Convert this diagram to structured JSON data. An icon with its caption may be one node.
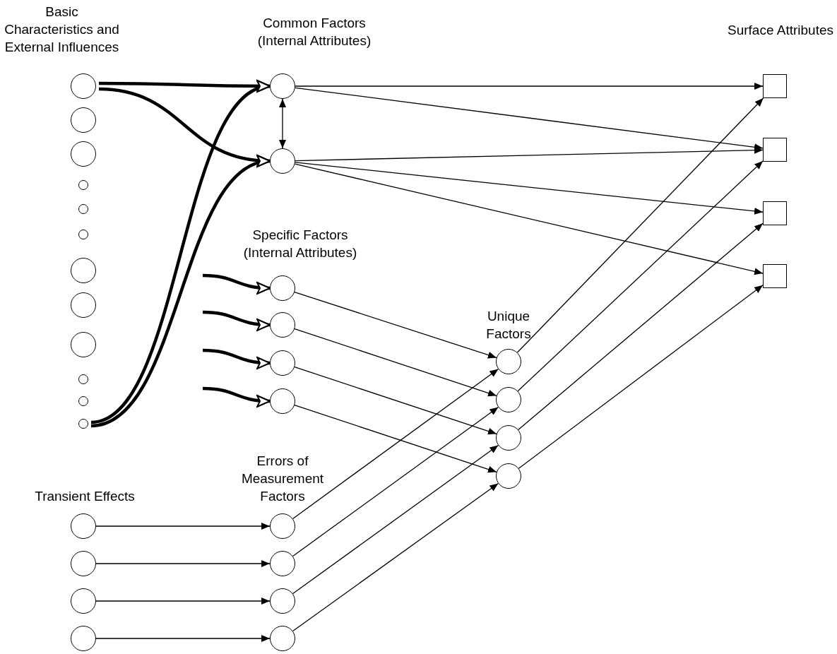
{
  "diagram": {
    "nodes": [
      {
        "text": [],
        "shape": "circle"
      },
      {
        "text": [],
        "shape": "circle"
      },
      {
        "text": [],
        "shape": "circle"
      },
      {
        "text": [],
        "shape": "circle"
      },
      {
        "text": [],
        "shape": "circle"
      },
      {
        "text": [],
        "shape": "circle"
      },
      {
        "text": [],
        "shape": "circle"
      },
      {
        "text": [],
        "shape": "circle"
      },
      {
        "text": [],
        "shape": "circle"
      },
      {
        "text": [],
        "shape": "circle"
      },
      {
        "text": [],
        "shape": "circle"
      },
      {
        "text": [],
        "shape": "circle"
      },
      {
        "text": [],
        "shape": "circle"
      },
      {
        "text": [],
        "shape": "circle"
      },
      {
        "text": [],
        "shape": "circle"
      },
      {
        "text": [],
        "shape": "circle"
      },
      {
        "text": [],
        "shape": "circle"
      },
      {
        "text": [],
        "shape": "circle"
      },
      {
        "text": [],
        "shape": "circle"
      },
      {
        "text": [],
        "shape": "circle"
      },
      {
        "text": [],
        "shape": "circle"
      },
      {
        "text": [],
        "shape": "circle"
      },
      {
        "text": [],
        "shape": "circle"
      },
      {
        "text": [],
        "shape": "circle"
      },
      {
        "text": [],
        "shape": "circle"
      },
      {
        "text": [],
        "shape": "circle"
      },
      {
        "text": [],
        "shape": "circle"
      },
      {
        "text": [],
        "shape": "circle"
      },
      {
        "text": [],
        "shape": "circle"
      },
      {
        "text": [],
        "shape": "circle"
      },
      {
        "text": [],
        "shape": "box"
      },
      {
        "text": [],
        "shape": "box"
      },
      {
        "text": [],
        "shape": "box"
      },
      {
        "text": [],
        "shape": "box"
      }
    ],
    "edges": [
      {
        "from": 0,
        "to": 12,
        "arrow": "to",
        "style": "thick"
      },
      {
        "from": 0,
        "to": 13,
        "arrow": "to",
        "style": "thick"
      },
      {
        "from": 11,
        "to": 12,
        "arrow": "to",
        "style": "thick"
      },
      {
        "from": 11,
        "to": 13,
        "arrow": "to",
        "style": "thick"
      },
      {
        "from": null,
        "to": 14,
        "arrow": "to",
        "style": "thick"
      },
      {
        "from": null,
        "to": 15,
        "arrow": "to",
        "style": "thick"
      },
      {
        "from": null,
        "to": 16,
        "arrow": "to",
        "style": "thick"
      },
      {
        "from": null,
        "to": 17,
        "arrow": "to",
        "style": "thick"
      },
      {
        "from": 12,
        "to": 13,
        "arrow": "both"
      },
      {
        "from": 12,
        "to": 30,
        "arrow": "to"
      },
      {
        "from": 12,
        "to": 31,
        "arrow": "to"
      },
      {
        "from": 13,
        "to": 31,
        "arrow": "to"
      },
      {
        "from": 13,
        "to": 32,
        "arrow": "to"
      },
      {
        "from": 13,
        "to": 33,
        "arrow": "to"
      },
      {
        "from": 14,
        "to": 18,
        "arrow": "to"
      },
      {
        "from": 15,
        "to": 19,
        "arrow": "to"
      },
      {
        "from": 16,
        "to": 20,
        "arrow": "to"
      },
      {
        "from": 17,
        "to": 21,
        "arrow": "to"
      },
      {
        "from": 18,
        "to": 30,
        "arrow": "to"
      },
      {
        "from": 19,
        "to": 31,
        "arrow": "to"
      },
      {
        "from": 20,
        "to": 32,
        "arrow": "to"
      },
      {
        "from": 21,
        "to": 33,
        "arrow": "to"
      },
      {
        "from": 22,
        "to": 18,
        "arrow": "to"
      },
      {
        "from": 23,
        "to": 19,
        "arrow": "to"
      },
      {
        "from": 24,
        "to": 20,
        "arrow": "to"
      },
      {
        "from": 25,
        "to": 21,
        "arrow": "to"
      },
      {
        "from": 26,
        "to": 22,
        "arrow": "to"
      },
      {
        "from": 27,
        "to": 23,
        "arrow": "to"
      },
      {
        "from": 28,
        "to": 24,
        "arrow": "to"
      },
      {
        "from": 29,
        "to": 25,
        "arrow": "to"
      }
    ],
    "labels": [
      "Basic Characteristics and External Influences",
      "Common Factors (Internal Attributes)",
      "Surface Attributes",
      "Specific Factors (Internal Attributes)",
      "Unique Factors",
      "Errors of Measurement Factors",
      "Transient Effects"
    ]
  }
}
